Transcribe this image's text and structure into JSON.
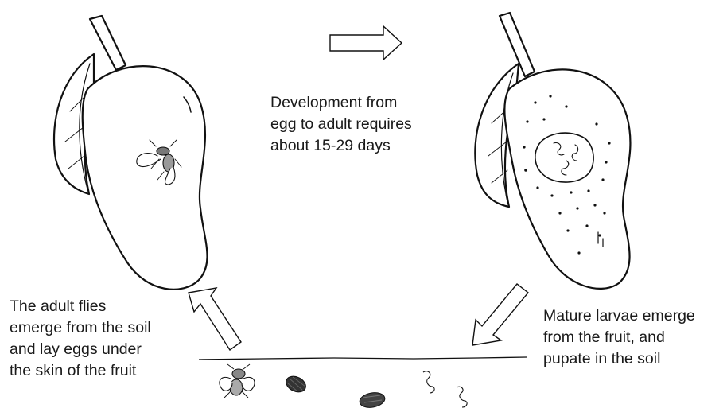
{
  "captions": {
    "development": "Development from\negg to adult requires\nabout 15-29 days",
    "adult_flies": "The adult flies\nemerge from the soil\nand lay eggs under\nthe skin of the fruit",
    "mature_larvae": "Mature larvae emerge\nfrom the fruit, and\npupate in the soil"
  },
  "colors": {
    "line": "#111111",
    "pupa": "#3a3a3a",
    "arrow_fill": "#ffffff"
  },
  "icons": [
    "mango-fruit",
    "leaf",
    "fruit-fly",
    "larva",
    "pupa",
    "hollow-arrow"
  ]
}
